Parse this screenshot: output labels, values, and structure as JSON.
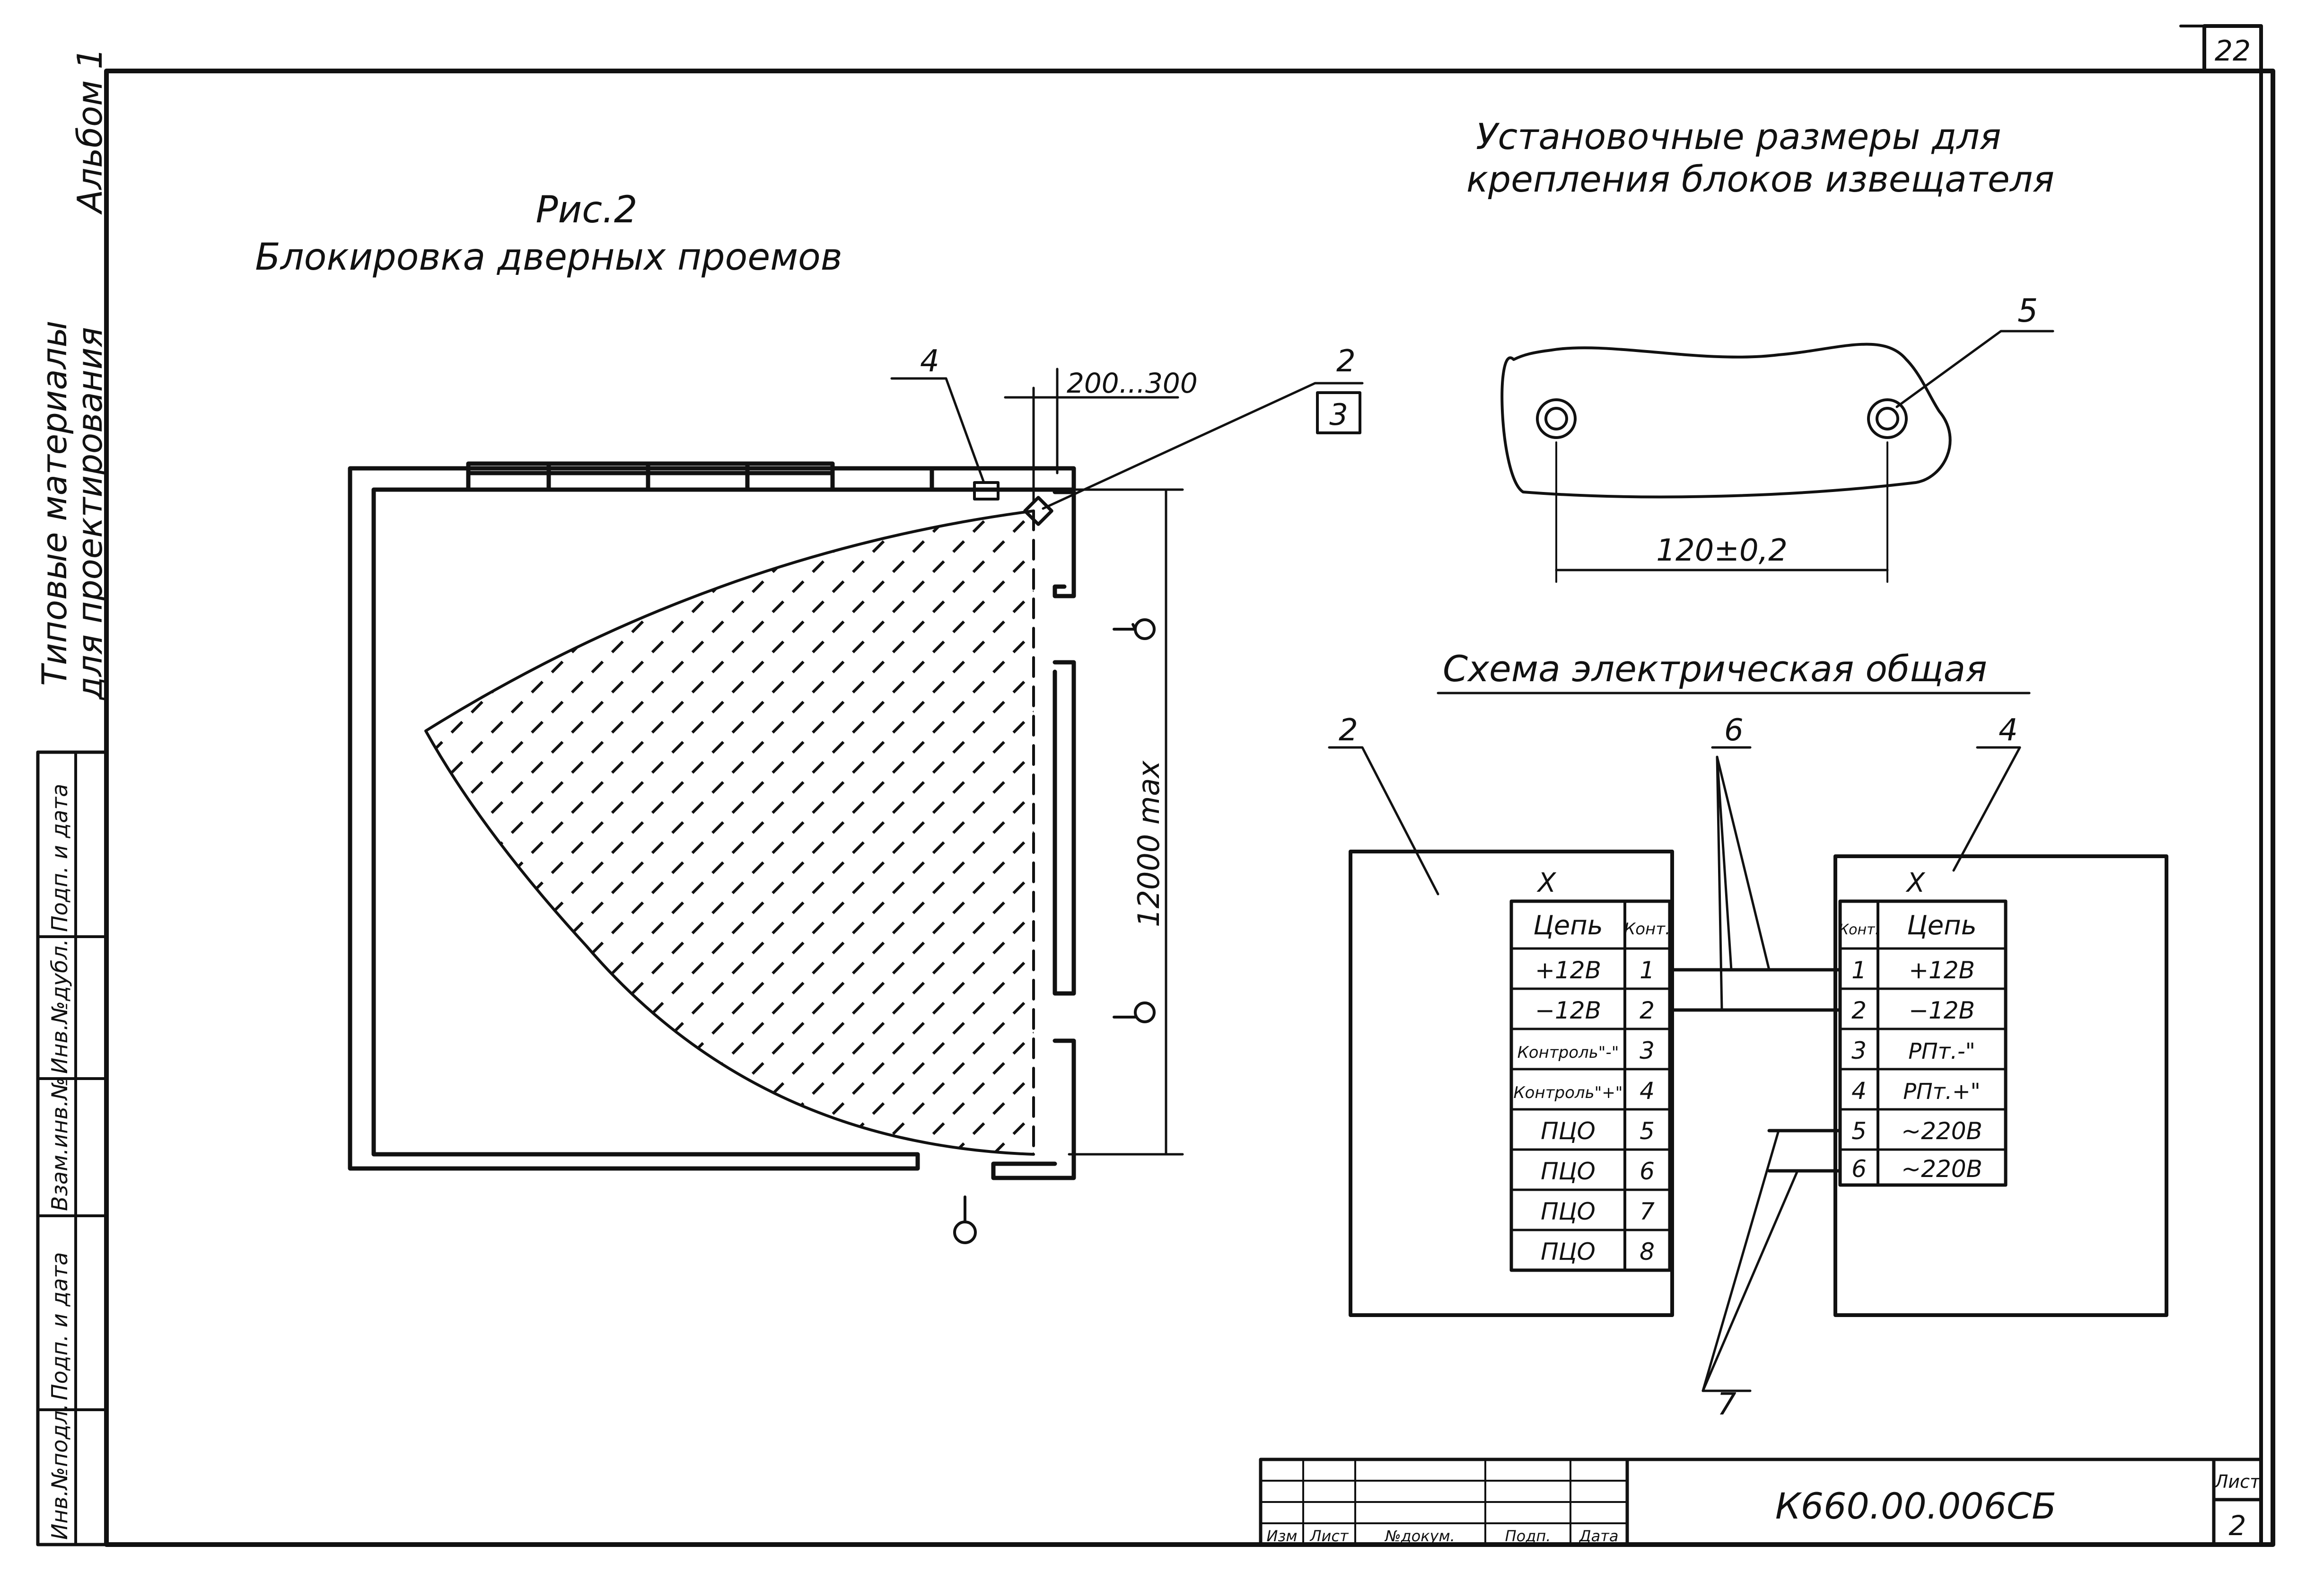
{
  "sheet_corner_number": "22",
  "album_caption": "Альбом 1",
  "side_caption_line1": "Типовые материалы",
  "side_caption_line2": "для проектирования",
  "margin_stamp": [
    "Инв.№подл.",
    "Подп. и дата",
    "Взам.инв.№",
    "Инв.№дубл.",
    "Подп. и дата"
  ],
  "fig2": {
    "label": "Рис.2",
    "title": "Блокировка дверных проемов",
    "callout_4": "4",
    "callout_2": "2",
    "callout_3": "3",
    "dim_offset": "200...300",
    "dim_range": "12000 max"
  },
  "mount": {
    "title_line1": "Установочные размеры для",
    "title_line2": "крепления блоков извещателя",
    "callout_5": "5",
    "dim_holes": "120±0,2"
  },
  "scheme": {
    "title": "Схема электрическая общая",
    "callout_2": "2",
    "callout_4": "4",
    "callout_6": "6",
    "callout_7": "7",
    "left_x": "X",
    "right_x": "X",
    "left_headers": [
      "Цепь",
      "Конт."
    ],
    "left_rows": [
      [
        "+12В",
        "1"
      ],
      [
        "−12В",
        "2"
      ],
      [
        "Контроль\"-\"",
        "3"
      ],
      [
        "Контроль\"+\"",
        "4"
      ],
      [
        "ПЦО",
        "5"
      ],
      [
        "ПЦО",
        "6"
      ],
      [
        "ПЦО",
        "7"
      ],
      [
        "ПЦО",
        "8"
      ]
    ],
    "right_headers": [
      "Конт.",
      "Цепь"
    ],
    "right_rows": [
      [
        "1",
        "+12В"
      ],
      [
        "2",
        "−12В"
      ],
      [
        "3",
        "РПт.-\""
      ],
      [
        "4",
        "РПт.+\""
      ],
      [
        "5",
        "~220В"
      ],
      [
        "6",
        "~220В"
      ]
    ]
  },
  "title_block": {
    "code": "К660.00.006СБ",
    "sheet_label": "Лист",
    "sheet_number": "2",
    "cols": [
      "Изм",
      "Лист",
      "№докум.",
      "Подп.",
      "Дата"
    ]
  }
}
